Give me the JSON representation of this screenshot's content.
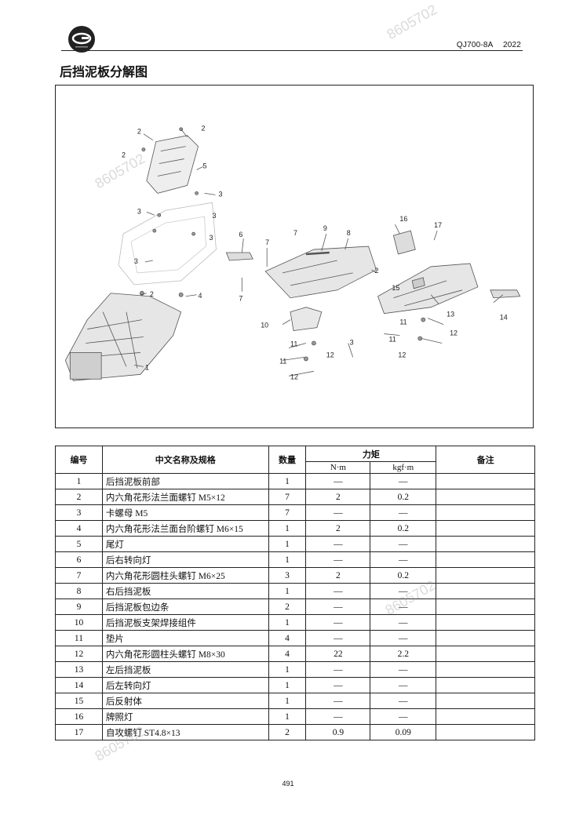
{
  "header": {
    "model": "QJ700-8A",
    "year": "2022"
  },
  "title": "后挡泥板分解图",
  "diagram": {
    "callouts": [
      "1",
      "2",
      "3",
      "4",
      "5",
      "6",
      "7",
      "8",
      "9",
      "10",
      "11",
      "12",
      "13",
      "14",
      "15",
      "16",
      "17"
    ]
  },
  "table": {
    "headers": {
      "no": "编号",
      "name": "中文名称及规格",
      "qty": "数量",
      "torque": "力矩",
      "nm": "N·m",
      "kgf": "kgf·m",
      "remark": "备注"
    },
    "rows": [
      {
        "no": "1",
        "name": "后挡泥板前部",
        "qty": "1",
        "nm": "—",
        "kgf": "—",
        "remark": ""
      },
      {
        "no": "2",
        "name": "内六角花形法兰面螺钉 M5×12",
        "qty": "7",
        "nm": "2",
        "kgf": "0.2",
        "remark": ""
      },
      {
        "no": "3",
        "name": "卡螺母 M5",
        "qty": "7",
        "nm": "—",
        "kgf": "—",
        "remark": ""
      },
      {
        "no": "4",
        "name": "内六角花形法兰面台阶螺钉 M6×15",
        "qty": "1",
        "nm": "2",
        "kgf": "0.2",
        "remark": ""
      },
      {
        "no": "5",
        "name": "尾灯",
        "qty": "1",
        "nm": "—",
        "kgf": "—",
        "remark": ""
      },
      {
        "no": "6",
        "name": "后右转向灯",
        "qty": "1",
        "nm": "—",
        "kgf": "—",
        "remark": ""
      },
      {
        "no": "7",
        "name": "内六角花形圆柱头螺钉 M6×25",
        "qty": "3",
        "nm": "2",
        "kgf": "0.2",
        "remark": ""
      },
      {
        "no": "8",
        "name": "右后挡泥板",
        "qty": "1",
        "nm": "—",
        "kgf": "—",
        "remark": ""
      },
      {
        "no": "9",
        "name": "后挡泥板包边条",
        "qty": "2",
        "nm": "—",
        "kgf": "—",
        "remark": ""
      },
      {
        "no": "10",
        "name": "后挡泥板支架焊接组件",
        "qty": "1",
        "nm": "—",
        "kgf": "—",
        "remark": ""
      },
      {
        "no": "11",
        "name": "垫片",
        "qty": "4",
        "nm": "—",
        "kgf": "—",
        "remark": ""
      },
      {
        "no": "12",
        "name": "内六角花形圆柱头螺钉 M8×30",
        "qty": "4",
        "nm": "22",
        "kgf": "2.2",
        "remark": ""
      },
      {
        "no": "13",
        "name": "左后挡泥板",
        "qty": "1",
        "nm": "—",
        "kgf": "—",
        "remark": ""
      },
      {
        "no": "14",
        "name": "后左转向灯",
        "qty": "1",
        "nm": "—",
        "kgf": "—",
        "remark": ""
      },
      {
        "no": "15",
        "name": "后反射体",
        "qty": "1",
        "nm": "—",
        "kgf": "—",
        "remark": ""
      },
      {
        "no": "16",
        "name": "牌照灯",
        "qty": "1",
        "nm": "—",
        "kgf": "—",
        "remark": ""
      },
      {
        "no": "17",
        "name": "自攻螺钉 ST4.8×13",
        "qty": "2",
        "nm": "0.9",
        "kgf": "0.09",
        "remark": ""
      }
    ]
  },
  "watermark": "8605702",
  "page_number": "491"
}
